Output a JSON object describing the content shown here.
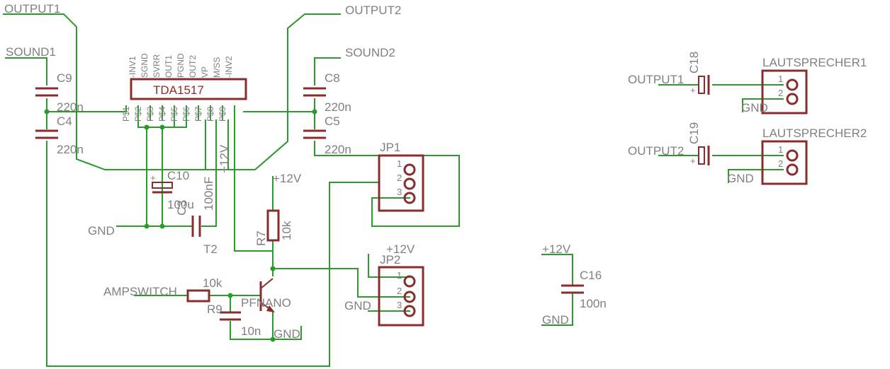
{
  "nets": {
    "output1": "OUTPUT1",
    "output2": "OUTPUT2",
    "sound1": "SOUND1",
    "sound2": "SOUND2",
    "gnd": "GND",
    "v12": "+12V",
    "ampswitch": "AMPSWITCH"
  },
  "ic": {
    "name": "TDA1517",
    "top_pins": [
      "-INV1",
      "SGND",
      "SVRR",
      "OUT1",
      "PGND",
      "OUT2",
      "VP",
      "M/SS",
      "-INV2"
    ],
    "bottom_pins": [
      "P$1",
      "P$2",
      "P$3",
      "P$4",
      "P$5",
      "P$6",
      "P$7",
      "P$8",
      "P$9"
    ]
  },
  "components": {
    "c9": {
      "name": "C9",
      "value": "220n"
    },
    "c4": {
      "name": "C4",
      "value": "220n"
    },
    "c8": {
      "name": "C8",
      "value": "220n"
    },
    "c5": {
      "name": "C5",
      "value": "220n"
    },
    "c10": {
      "name": "C10",
      "value": "100u"
    },
    "c3": {
      "name": "C3",
      "value": "100nF"
    },
    "r7": {
      "name": "R7",
      "value": "10k"
    },
    "r9": {
      "name": "R9",
      "value": "10k"
    },
    "t2": {
      "name": "T2",
      "value": "PFNANO"
    },
    "cx": {
      "value": "10n"
    },
    "c16": {
      "name": "C16",
      "value": "100n"
    },
    "c18": {
      "name": "C18"
    },
    "c19": {
      "name": "C19"
    },
    "jp1": {
      "name": "JP1",
      "pins": [
        "1",
        "2",
        "3"
      ]
    },
    "jp2": {
      "name": "JP2",
      "pins": [
        "1",
        "2",
        "3"
      ]
    },
    "ls1": {
      "name": "LAUTSPRECHER1",
      "pins": [
        "1",
        "2"
      ]
    },
    "ls2": {
      "name": "LAUTSPRECHER2",
      "pins": [
        "1",
        "2"
      ]
    }
  },
  "polarity": "+",
  "colors": {
    "wire": "#2a9a2a",
    "symbol": "#8b2c2c",
    "label": "#808080"
  }
}
